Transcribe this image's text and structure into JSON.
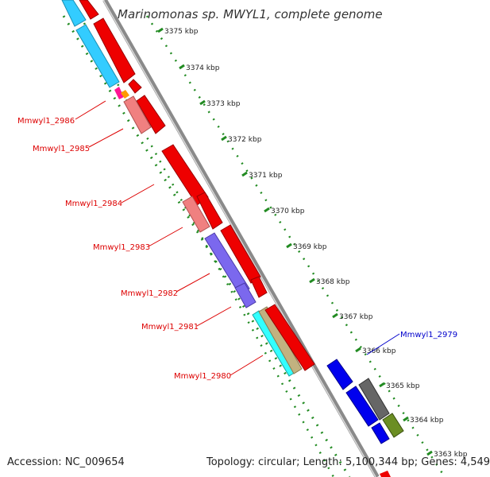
{
  "title": "Marinomonas sp. MWYL1, complete genome",
  "footer": {
    "accession": "Accession: NC_009654",
    "summary": "Topology: circular; Length: 5,100,344 bp; Genes: 4,549"
  },
  "ruler_ticks": [
    "3375 kbp",
    "3374 kbp",
    "3373 kbp",
    "3372 kbp",
    "3371 kbp",
    "3370 kbp",
    "3369 kbp",
    "3368 kbp",
    "3367 kbp",
    "3366 kbp",
    "3365 kbp",
    "3364 kbp",
    "3363 kbp"
  ],
  "gene_labels": [
    {
      "label": "Mmwyl1_2986",
      "color": "#dd0000"
    },
    {
      "label": "Mmwyl1_2985",
      "color": "#dd0000"
    },
    {
      "label": "Mmwyl1_2984",
      "color": "#dd0000"
    },
    {
      "label": "Mmwyl1_2983",
      "color": "#dd0000"
    },
    {
      "label": "Mmwyl1_2982",
      "color": "#dd0000"
    },
    {
      "label": "Mmwyl1_2981",
      "color": "#dd0000"
    },
    {
      "label": "Mmwyl1_2980",
      "color": "#dd0000"
    },
    {
      "label": "Mmwyl1_2979",
      "color": "#0000cc"
    }
  ],
  "colors": {
    "backbone": "#888888",
    "tick_green": "#228b22",
    "red": "#ee0000",
    "pink": "#f08080",
    "cyan_light": "#33ccff",
    "purple": "#7b68ee",
    "blue": "#0000ee",
    "dark_grey": "#666666",
    "olive": "#6b8e23"
  }
}
